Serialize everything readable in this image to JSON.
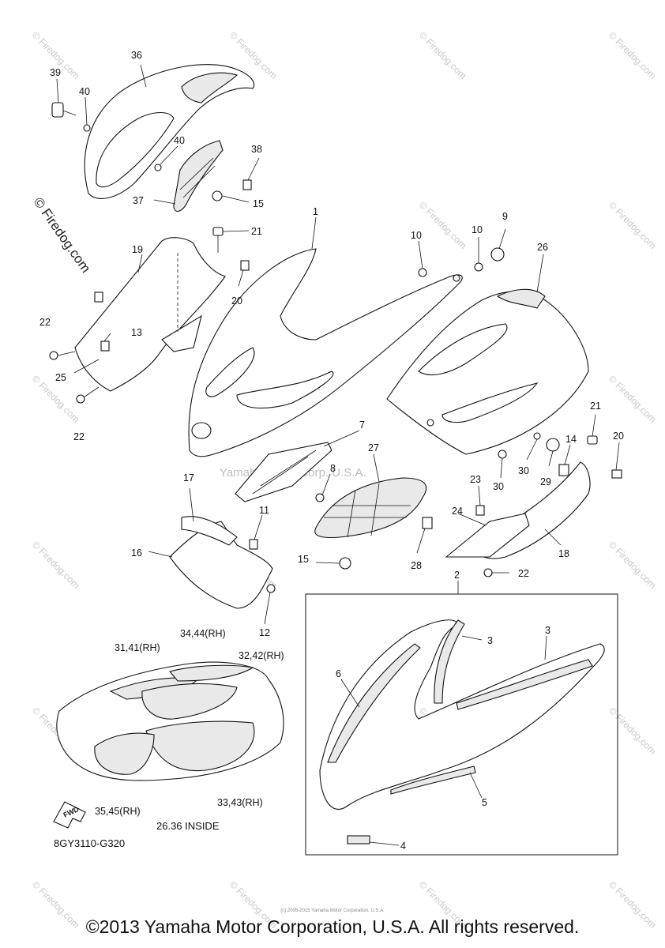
{
  "watermark": "© Firedog.com",
  "side_watermark": "© Firedog.com",
  "center_watermark": "Yamaha Motor Corp. U.S.A.",
  "diagram_code": "8GY3110-G320",
  "fwd_label": "FWD",
  "inside_note": "26.36 INSIDE",
  "copyright": "©2013 Yamaha Motor Corporation, U.S.A. All rights reserved.",
  "micro_credit": "(c) 2005-2015 Yamaha Motor Corporation, U.S.A.",
  "callouts": {
    "p1": "1",
    "p2": "2",
    "p3a": "3",
    "p3b": "3",
    "p4": "4",
    "p5": "5",
    "p6": "6",
    "p7": "7",
    "p8": "8",
    "p9": "9",
    "p10a": "10",
    "p10b": "10",
    "p11": "11",
    "p12": "12",
    "p13": "13",
    "p14": "14",
    "p15a": "15",
    "p15b": "15",
    "p16": "16",
    "p17": "17",
    "p18": "18",
    "p19": "19",
    "p20a": "20",
    "p20b": "20",
    "p21a": "21",
    "p21b": "21",
    "p22a": "22",
    "p22b": "22",
    "p22c": "22",
    "p23": "23",
    "p24": "24",
    "p25": "25",
    "p26": "26",
    "p27": "27",
    "p28": "28",
    "p29": "29",
    "p30a": "30",
    "p30b": "30",
    "p36": "36",
    "p37": "37",
    "p38": "38",
    "p39": "39",
    "p40a": "40",
    "p40b": "40",
    "p3141": "31,41(RH)",
    "p3444": "34,44(RH)",
    "p3242": "32,42(RH)",
    "p3343": "33,43(RH)",
    "p3545": "35,45(RH)"
  }
}
